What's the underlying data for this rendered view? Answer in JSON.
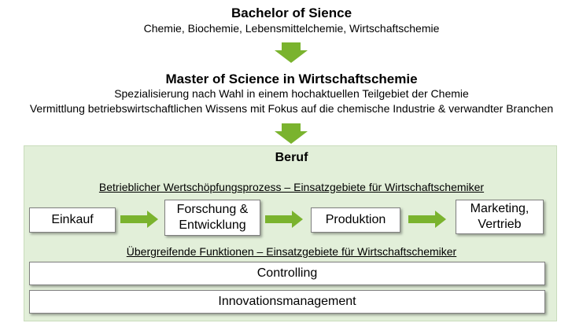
{
  "bachelor": {
    "title": "Bachelor of Sience",
    "subjects": "Chemie, Biochemie, Lebensmittelchemie, Wirtschaftschemie"
  },
  "master": {
    "title": "Master of Science in Wirtschaftschemie",
    "line1": "Spezialisierung nach Wahl in einem hochaktuellen Teilgebiet der Chemie",
    "line2": "Vermittlung betriebswirtschaftlichen Wissens mit Fokus auf die chemische Industrie & verwandter Branchen"
  },
  "beruf": {
    "title": "Beruf",
    "process_heading": "Betrieblicher Wertschöpfungsprozess – Einsatzgebiete für Wirtschaftschemiker",
    "process_steps": [
      "Einkauf",
      "Forschung & Entwicklung",
      "Produktion",
      "Marketing, Vertrieb"
    ],
    "functions_heading": "Übergreifende Funktionen – Einsatzgebiete für Wirtschaftschemiker",
    "functions": [
      "Controlling",
      "Innovationsmanagement"
    ]
  },
  "colors": {
    "arrow": "#7ab32e",
    "panel_bg": "#e2efd9"
  }
}
